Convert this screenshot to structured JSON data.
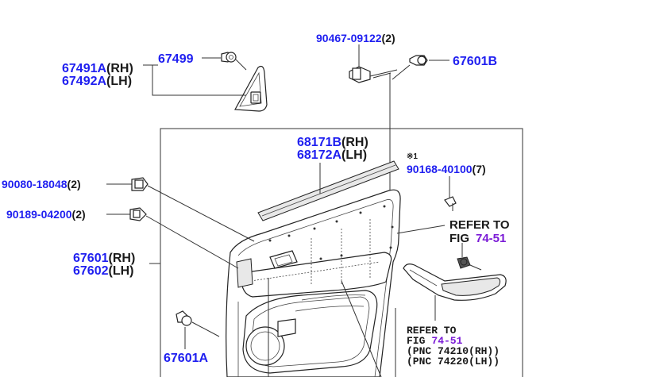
{
  "labels": {
    "p67491A": "67491A",
    "p67491A_side": "(RH)",
    "p67492A": "67492A",
    "p67492A_side": "(LH)",
    "p67499": "67499",
    "p90467": "90467-09122",
    "p90467_qty": "(2)",
    "p67601B": "67601B",
    "p68171B": "68171B",
    "p68171B_side": "(RH)",
    "p68172A": "68172A",
    "p68172A_side": "(LH)",
    "note_mark": "※1",
    "p90168": "90168-40100",
    "p90168_qty": "(7)",
    "p90080": "90080-18048",
    "p90080_qty": "(2)",
    "p90189": "90189-04200",
    "p90189_qty": "(2)",
    "refer_to_1": "REFER TO",
    "fig_1": "FIG",
    "fig_1_num": "74-51",
    "p67601": "67601",
    "p67601_side": "(RH)",
    "p67602": "67602",
    "p67602_side": "(LH)",
    "p67601A": "67601A",
    "refer_to_2": "REFER TO",
    "fig_2": "FIG",
    "fig_2_num": "74-51",
    "pnc_1": "(PNC 74210(RH))",
    "pnc_2": "(PNC 74220(LH))"
  },
  "colors": {
    "part_number": "#1f1ff0",
    "figure_ref": "#7a1ad6",
    "text": "#1a1a1a"
  }
}
